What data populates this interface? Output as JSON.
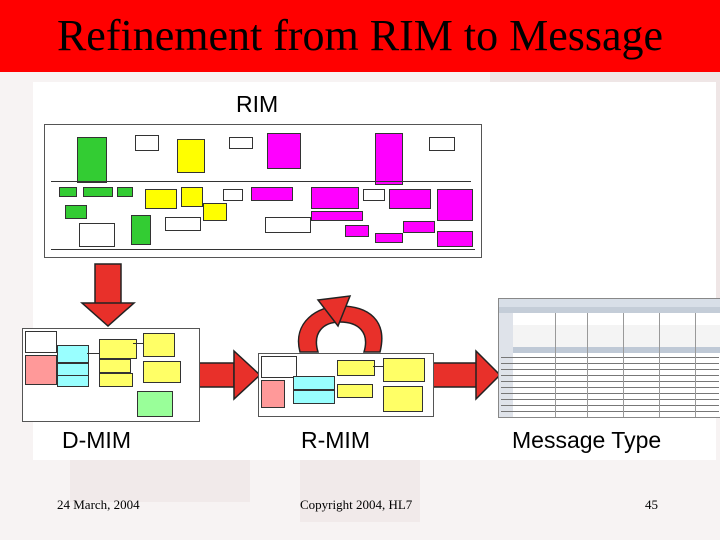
{
  "title": "Refinement from RIM to Message",
  "labels": {
    "rim": "RIM",
    "dmim": "D-MIM",
    "rmim": "R-MIM",
    "message_type": "Message Type"
  },
  "footer": {
    "date": "24 March, 2004",
    "copyright": "Copyright 2004, HL7",
    "page": "45"
  },
  "colors": {
    "title_bar": "#ff0000",
    "arrow": "#e8302a",
    "rim_green": "#33cc33",
    "rim_yellow": "#ffff00",
    "rim_magenta": "#ff00ff",
    "mim_pink": "#ff9999",
    "mim_yellow": "#ffff66",
    "mim_cyan": "#99ffff",
    "mim_green": "#99ff99"
  }
}
